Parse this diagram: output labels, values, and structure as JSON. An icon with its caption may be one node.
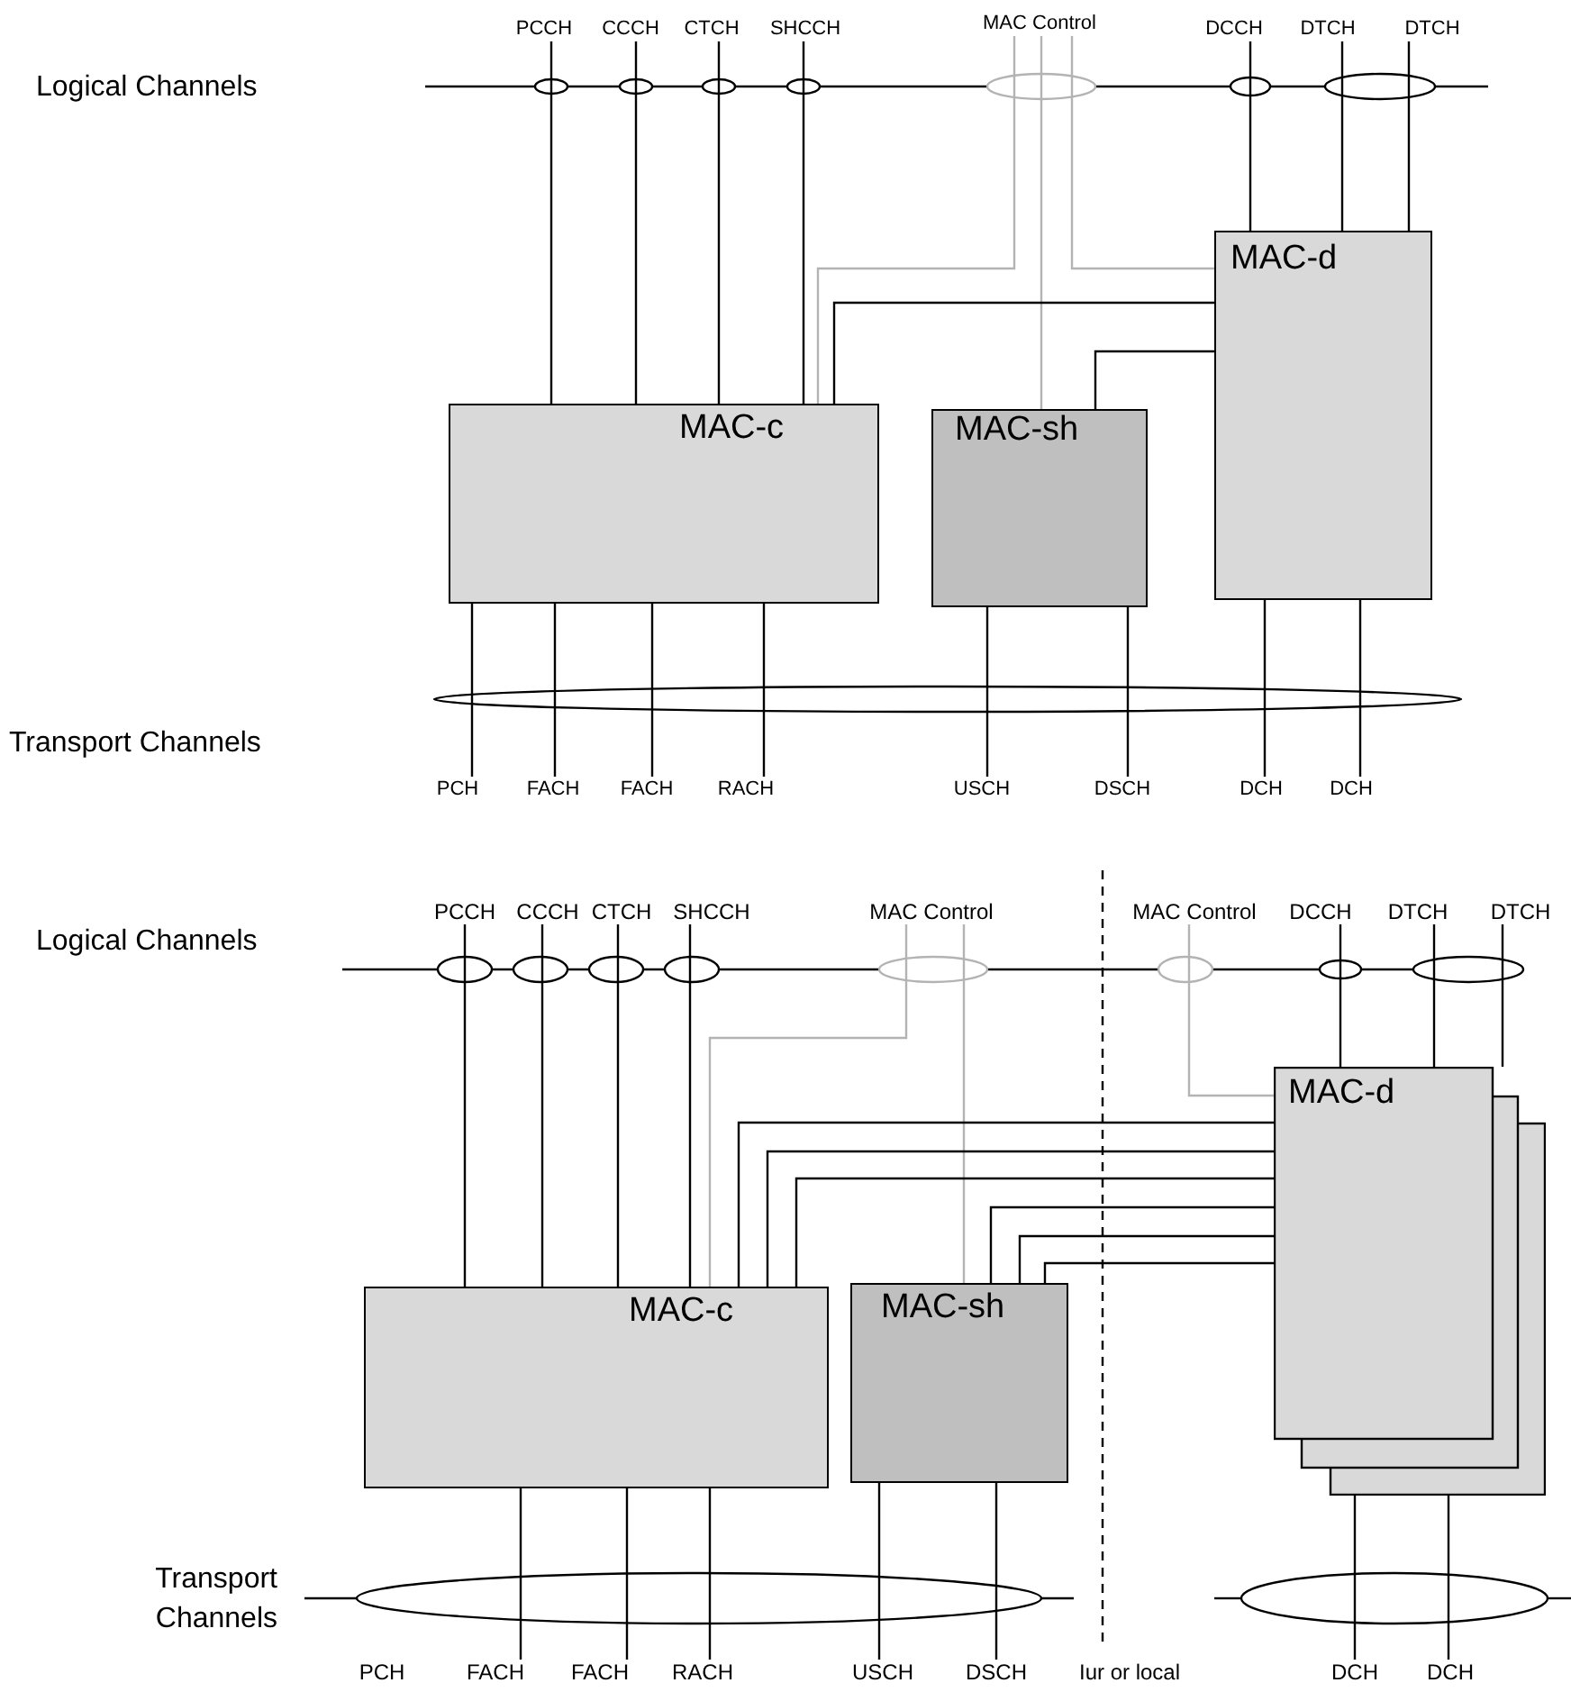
{
  "diagram": {
    "nodes": [
      {
        "text": [
          "PCCH"
        ]
      },
      {
        "text": [
          "CCCH"
        ]
      },
      {
        "text": [
          "CTCH"
        ]
      },
      {
        "text": [
          "SHCCH"
        ]
      },
      {
        "text": [
          "MAC Control"
        ]
      },
      {
        "text": [
          "DCCH"
        ]
      },
      {
        "text": [
          "DTCH"
        ]
      },
      {
        "text": [
          "DTCH"
        ]
      },
      {
        "text": [
          "MAC-d"
        ]
      },
      {
        "text": [
          "MAC-c"
        ]
      },
      {
        "text": [
          "MAC-sh"
        ]
      },
      {
        "text": [
          "PCH"
        ]
      },
      {
        "text": [
          "FACH"
        ]
      },
      {
        "text": [
          "FACH"
        ]
      },
      {
        "text": [
          "RACH"
        ]
      },
      {
        "text": [
          "USCH"
        ]
      },
      {
        "text": [
          "DSCH"
        ]
      },
      {
        "text": [
          "DCH"
        ]
      },
      {
        "text": [
          "DCH"
        ]
      },
      {
        "text": [
          "PCCH"
        ]
      },
      {
        "text": [
          "CCCH"
        ]
      },
      {
        "text": [
          "CTCH"
        ]
      },
      {
        "text": [
          "SHCCH"
        ]
      },
      {
        "text": [
          "MAC Control"
        ]
      },
      {
        "text": [
          "MAC Control"
        ]
      },
      {
        "text": [
          "DCCH"
        ]
      },
      {
        "text": [
          "DTCH"
        ]
      },
      {
        "text": [
          "DTCH"
        ]
      },
      {
        "text": [
          "MAC-d"
        ]
      },
      {
        "text": [
          "MAC-c"
        ]
      },
      {
        "text": [
          "MAC-sh"
        ]
      },
      {
        "text": [
          "FACH"
        ]
      },
      {
        "text": [
          "FACH"
        ]
      },
      {
        "text": [
          "RACH"
        ]
      },
      {
        "text": [
          "USCH"
        ]
      },
      {
        "text": [
          "DSCH"
        ]
      },
      {
        "text": [
          "DCH"
        ]
      },
      {
        "text": [
          "DCH"
        ]
      }
    ],
    "edges": [
      {
        "from": 0,
        "to": 9,
        "arrow": "none"
      },
      {
        "from": 1,
        "to": 9,
        "arrow": "none"
      },
      {
        "from": 2,
        "to": 9,
        "arrow": "none"
      },
      {
        "from": 3,
        "to": 9,
        "arrow": "none"
      },
      {
        "from": 4,
        "to": 9,
        "arrow": "none",
        "color": "#b3b3b3"
      },
      {
        "from": 4,
        "to": 10,
        "arrow": "none",
        "color": "#b3b3b3"
      },
      {
        "from": 4,
        "to": 8,
        "arrow": "none",
        "color": "#b3b3b3"
      },
      {
        "from": 5,
        "to": 8,
        "arrow": "none"
      },
      {
        "from": 6,
        "to": 8,
        "arrow": "none"
      },
      {
        "from": 7,
        "to": 8,
        "arrow": "none"
      },
      {
        "from": 8,
        "to": 9,
        "arrow": "none"
      },
      {
        "from": 8,
        "to": 10,
        "arrow": "none"
      },
      {
        "from": 9,
        "to": 11,
        "arrow": "none"
      },
      {
        "from": 9,
        "to": 12,
        "arrow": "none"
      },
      {
        "from": 9,
        "to": 13,
        "arrow": "none"
      },
      {
        "from": 9,
        "to": 14,
        "arrow": "none"
      },
      {
        "from": 10,
        "to": 15,
        "arrow": "none"
      },
      {
        "from": 10,
        "to": 16,
        "arrow": "none"
      },
      {
        "from": 8,
        "to": 17,
        "arrow": "none"
      },
      {
        "from": 8,
        "to": 18,
        "arrow": "none"
      },
      {
        "from": 19,
        "to": 29,
        "arrow": "none"
      },
      {
        "from": 20,
        "to": 29,
        "arrow": "none"
      },
      {
        "from": 21,
        "to": 29,
        "arrow": "none"
      },
      {
        "from": 22,
        "to": 29,
        "arrow": "none"
      },
      {
        "from": 23,
        "to": 29,
        "arrow": "none",
        "color": "#b3b3b3"
      },
      {
        "from": 23,
        "to": 30,
        "arrow": "none",
        "color": "#b3b3b3"
      },
      {
        "from": 24,
        "to": 28,
        "arrow": "none",
        "color": "#b3b3b3"
      },
      {
        "from": 25,
        "to": 28,
        "arrow": "none"
      },
      {
        "from": 26,
        "to": 28,
        "arrow": "none"
      },
      {
        "from": 27,
        "to": 28,
        "arrow": "none"
      },
      {
        "from": 28,
        "to": 29,
        "arrow": "none"
      },
      {
        "from": 28,
        "to": 29,
        "arrow": "none"
      },
      {
        "from": 28,
        "to": 29,
        "arrow": "none"
      },
      {
        "from": 28,
        "to": 30,
        "arrow": "none"
      },
      {
        "from": 28,
        "to": 30,
        "arrow": "none"
      },
      {
        "from": 28,
        "to": 30,
        "arrow": "none"
      },
      {
        "from": 29,
        "to": 31,
        "arrow": "none"
      },
      {
        "from": 29,
        "to": 32,
        "arrow": "none"
      },
      {
        "from": 29,
        "to": 33,
        "arrow": "none"
      },
      {
        "from": 30,
        "to": 34,
        "arrow": "none"
      },
      {
        "from": 30,
        "to": 35,
        "arrow": "none"
      },
      {
        "from": 28,
        "to": 36,
        "arrow": "none"
      },
      {
        "from": 28,
        "to": 37,
        "arrow": "none"
      }
    ],
    "labels": [
      "Logical Channels",
      "Transport Channels",
      "Logical Channels",
      "Transport Channels",
      "PCH",
      "Iur or local"
    ]
  }
}
